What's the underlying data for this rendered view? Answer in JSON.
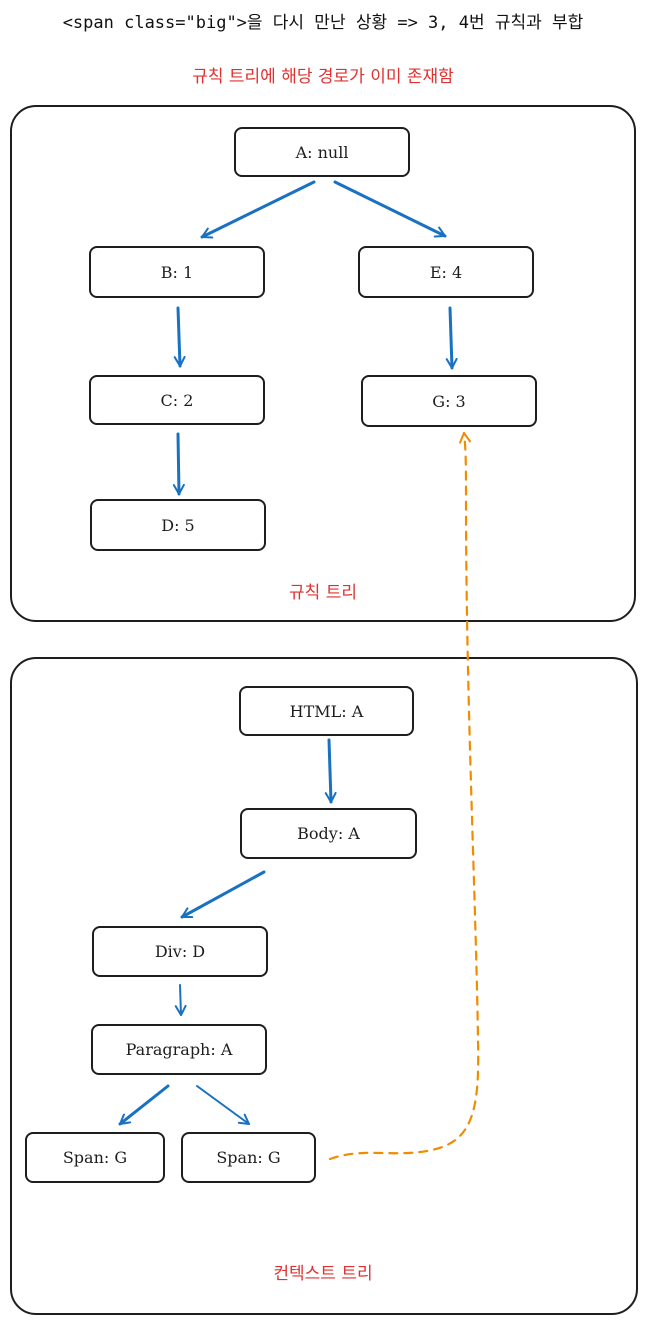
{
  "header": {
    "title": "<span class=\"big\">을 다시 만난 상황 => 3, 4번 규칙과 부합",
    "subtitle": "규칙 트리에 해당 경로가 이미 존재함"
  },
  "rule_tree": {
    "label": "규칙 트리",
    "nodes": {
      "a": "A: null",
      "b": "B: 1",
      "e": "E: 4",
      "c": "C: 2",
      "g": "G: 3",
      "d": "D: 5"
    }
  },
  "context_tree": {
    "label": "컨텍스트 트리",
    "nodes": {
      "html": "HTML: A",
      "body": "Body: A",
      "div": "Div: D",
      "paragraph": "Paragraph: A",
      "span1": "Span: G",
      "span2": "Span: G"
    }
  },
  "colors": {
    "tree_edge": "#1971c2",
    "link_edge": "#f08c00",
    "annotation": "#e03131",
    "stroke": "#1e1e1e"
  }
}
